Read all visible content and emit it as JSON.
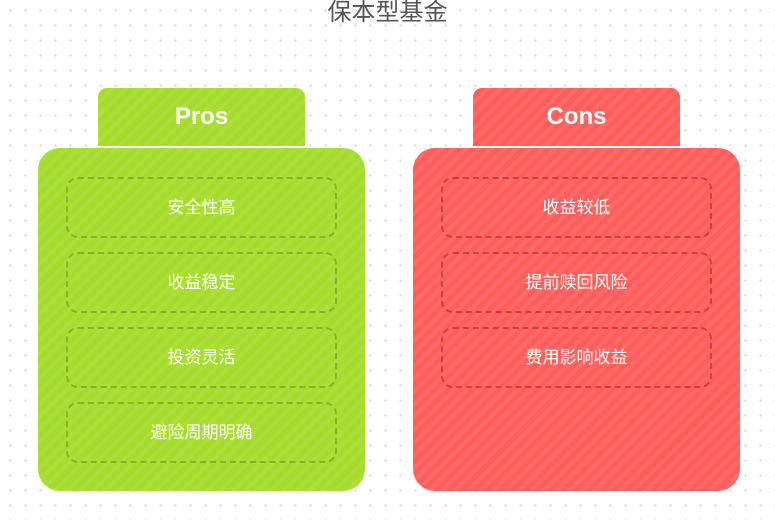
{
  "title": "保本型基金",
  "pros": {
    "label": "Pros",
    "color": "#a6dd2c",
    "items": [
      "安全性高",
      "收益稳定",
      "投资灵活",
      "避险周期明确"
    ]
  },
  "cons": {
    "label": "Cons",
    "color": "#ff5e5b",
    "items": [
      "收益较低",
      "提前赎回风险",
      "费用影响收益"
    ]
  }
}
